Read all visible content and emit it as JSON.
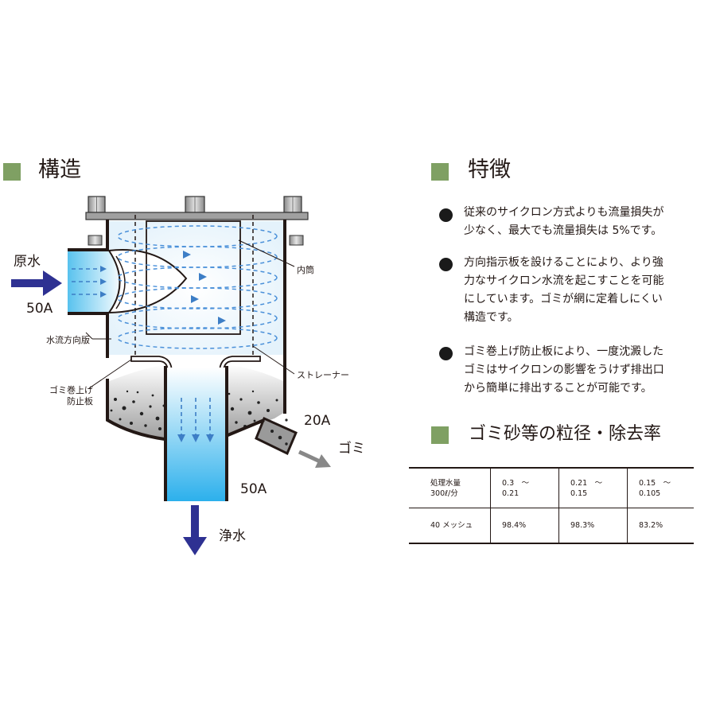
{
  "structure": {
    "title": "構造",
    "labels": {
      "raw_water": "原水",
      "inlet_size": "50A",
      "inner_tube": "内筒",
      "flow_guide": "水流方向版",
      "strainer": "ストレーナー",
      "debris_guard": "ゴミ巻上げ\n防止板",
      "drain_size": "20A",
      "debris": "ゴミ",
      "outlet_size": "50A",
      "clean_water": "浄水"
    }
  },
  "features": {
    "title": "特徴",
    "items": [
      "従来のサイクロン方式よりも流量損失が\n少なく、最大でも流量損失は 5%です。",
      "方向指示板を設けることにより、より強\n力なサイクロン水流を起こすことを可能\nにしています。ゴミが網に定着しにくい\n構造です。",
      "ゴミ巻上げ防止板により、一度沈澱した\nゴミはサイクロンの影響をうけず排出口\nから簡単に排出することが可能です。"
    ]
  },
  "removal": {
    "title": "ゴミ砂等の粒径・除去率",
    "table": {
      "header": [
        "処理水量\n300ℓ/分",
        "0.3　～\n0.21",
        "0.21　～\n0.15",
        "0.15　～\n0.105"
      ],
      "rows": [
        [
          "40 メッシュ",
          "98.4%",
          "98.3%",
          "83.2%"
        ]
      ]
    }
  },
  "colors": {
    "accent": "#7fa063",
    "arrow_blue": "#2e3192",
    "flow_blue": "#4a90d9",
    "water": "#5cc3ef",
    "arrow_gray": "#888888"
  }
}
